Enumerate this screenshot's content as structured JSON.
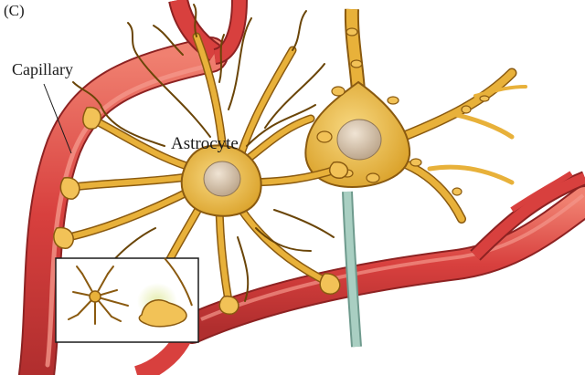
{
  "panel_label": "(C)",
  "labels": {
    "capillary": "Capillary",
    "astrocyte": "Astrocyte"
  },
  "colors": {
    "capillary_red": "#d8403e",
    "capillary_highlight": "#f07a6a",
    "cell_gold": "#e8b13a",
    "cell_gold_light": "#f6d373",
    "cell_outline": "#8a5a10",
    "nucleus": "#d9c6ae",
    "axon_teal": "#9fc4b8",
    "inset_border": "#1a1a1a",
    "inset_glow": "#dfe8a0"
  }
}
